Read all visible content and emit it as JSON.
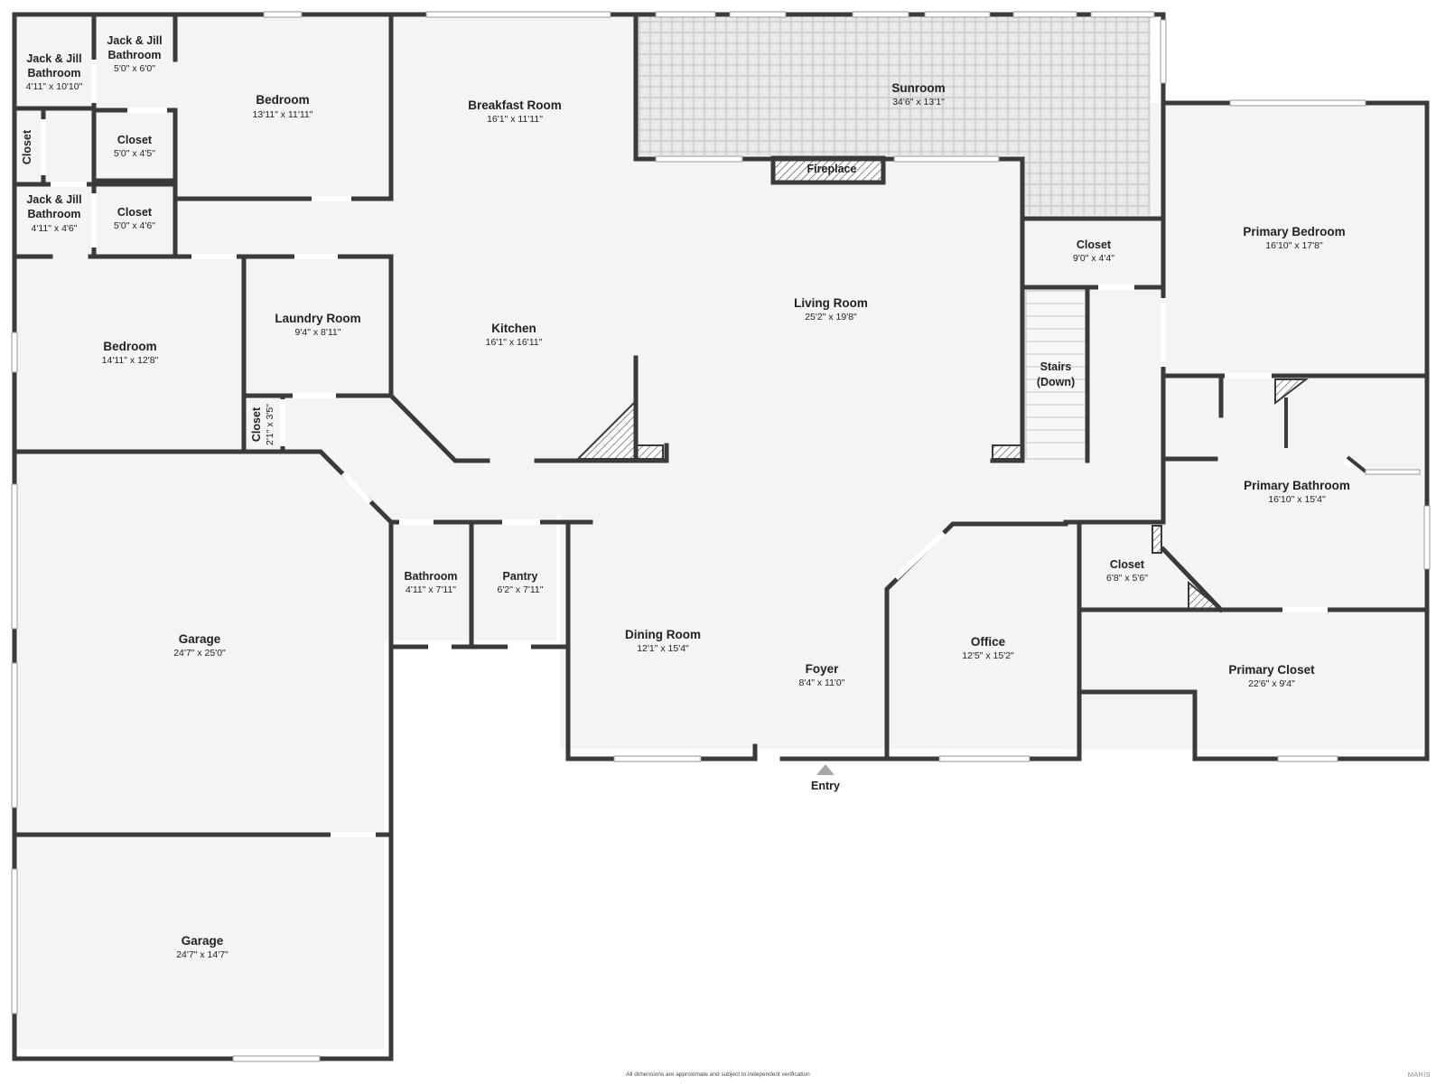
{
  "plan": {
    "colors": {
      "floor": "#f4f4f4",
      "wall": "#3a3a3c",
      "text": "#222222",
      "sunroom_tile": "#e6e6e6"
    },
    "rooms": [
      {
        "id": "jj-bath-1",
        "name": "Jack & Jill Bathroom",
        "dims": "4'11\" x 10'10\""
      },
      {
        "id": "jj-bath-2",
        "name": "Jack & Jill Bathroom",
        "dims": "5'0\" x 6'0\""
      },
      {
        "id": "bedroom-top",
        "name": "Bedroom",
        "dims": "13'11\" x 11'11\""
      },
      {
        "id": "closet-a",
        "name": "Closet",
        "dims": "5'0\" x 4'5\""
      },
      {
        "id": "closet-b",
        "name": "Closet",
        "dims": ""
      },
      {
        "id": "jj-bath-3",
        "name": "Jack & Jill Bathroom",
        "dims": "4'11\" x 4'6\""
      },
      {
        "id": "closet-c",
        "name": "Closet",
        "dims": "5'0\" x 4'6\""
      },
      {
        "id": "breakfast",
        "name": "Breakfast Room",
        "dims": "16'1\" x 11'11\""
      },
      {
        "id": "sunroom",
        "name": "Sunroom",
        "dims": "34'6\" x 13'1\""
      },
      {
        "id": "fireplace",
        "name": "Fireplace",
        "dims": ""
      },
      {
        "id": "primary-bedroom",
        "name": "Primary Bedroom",
        "dims": "16'10\" x 17'8\""
      },
      {
        "id": "closet-d",
        "name": "Closet",
        "dims": "9'0\" x 4'4\""
      },
      {
        "id": "living",
        "name": "Living Room",
        "dims": "25'2\" x 19'8\""
      },
      {
        "id": "kitchen",
        "name": "Kitchen",
        "dims": "16'1\" x 16'11\""
      },
      {
        "id": "laundry",
        "name": "Laundry Room",
        "dims": "9'4\" x 8'11\""
      },
      {
        "id": "bedroom-left",
        "name": "Bedroom",
        "dims": "14'11\" x 12'8\""
      },
      {
        "id": "closet-e",
        "name": "Closet",
        "dims": "2'1\" x 3'5\""
      },
      {
        "id": "stairs",
        "name": "Stairs",
        "dims": "(Down)"
      },
      {
        "id": "primary-bath",
        "name": "Primary Bathroom",
        "dims": "16'10\" x 15'4\""
      },
      {
        "id": "garage-1",
        "name": "Garage",
        "dims": "24'7\" x 25'0\""
      },
      {
        "id": "bathroom",
        "name": "Bathroom",
        "dims": "4'11\" x 7'11\""
      },
      {
        "id": "pantry",
        "name": "Pantry",
        "dims": "6'2\" x 7'11\""
      },
      {
        "id": "dining",
        "name": "Dining Room",
        "dims": "12'1\" x 15'4\""
      },
      {
        "id": "foyer",
        "name": "Foyer",
        "dims": "8'4\" x 11'0\""
      },
      {
        "id": "office",
        "name": "Office",
        "dims": "12'5\" x 15'2\""
      },
      {
        "id": "closet-f",
        "name": "Closet",
        "dims": "6'8\" x 5'6\""
      },
      {
        "id": "primary-closet",
        "name": "Primary Closet",
        "dims": "22'6\" x 9'4\""
      },
      {
        "id": "garage-2",
        "name": "Garage",
        "dims": "24'7\" x 14'7\""
      }
    ],
    "entry_label": "Entry",
    "footer_note": "All dimensions are approximate and subject to independent verification",
    "watermark": "MARIS"
  }
}
